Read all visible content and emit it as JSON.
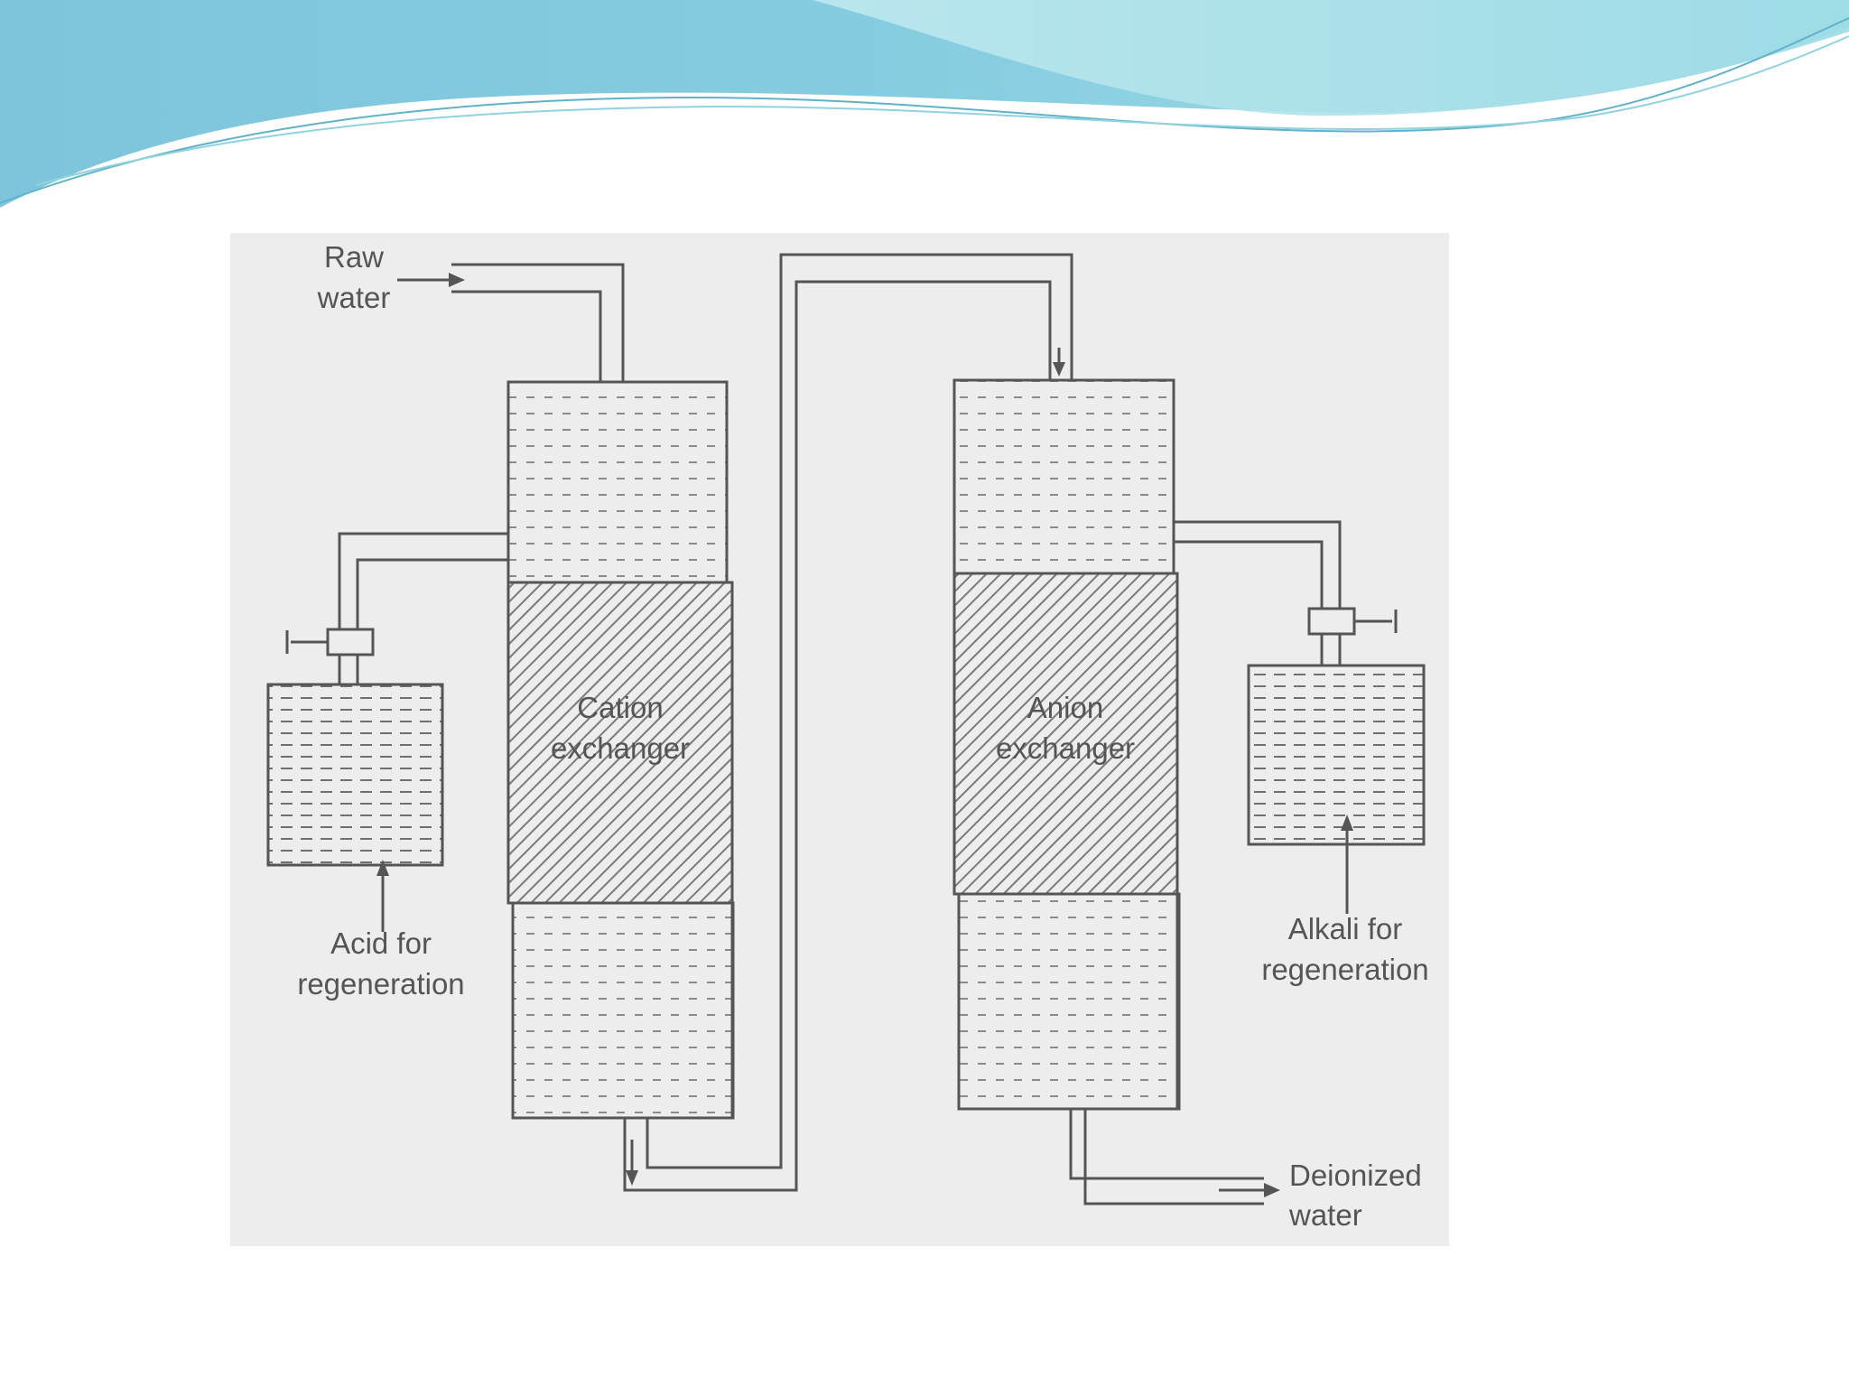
{
  "diagram": {
    "labels": {
      "raw_water_line1": "Raw",
      "raw_water_line2": "water",
      "cation_line1": "Cation",
      "cation_line2": "exchanger",
      "anion_line1": "Anion",
      "anion_line2": "exchanger",
      "acid_line1": "Acid for",
      "acid_line2": "regeneration",
      "alkali_line1": "Alkali for",
      "alkali_line2": "regeneration",
      "deionized_line1": "Deionized",
      "deionized_line2": "water"
    }
  },
  "colors": {
    "banner_dark": "#79c7dc",
    "banner_light": "#b8e8ef",
    "figure_background": "#ededed",
    "ink": "#555555"
  }
}
